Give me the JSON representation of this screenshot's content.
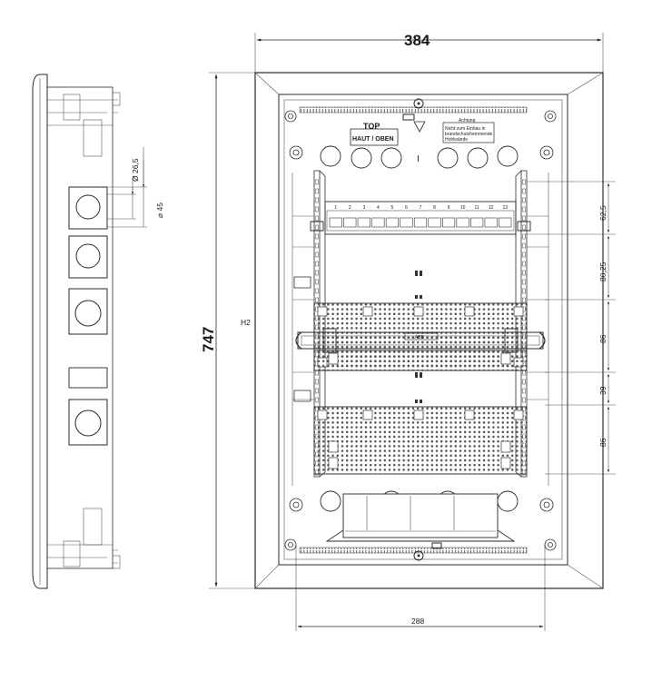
{
  "dimensions": {
    "width_total": "384",
    "height_total": "747",
    "mounting_width": "288",
    "spacing": [
      "62,5",
      "80,25",
      "86",
      "39",
      "86"
    ],
    "knockout_small": "Ø 26,5",
    "knockout_large": "⌀ 45",
    "height_label": "H2"
  },
  "labels": {
    "top_line1": "TOP",
    "top_line2": "HAUT / OBEN",
    "position_mark": "I",
    "warning_title": "Achtung",
    "warning_line1": "Nicht zum Einbau in",
    "warning_line2": "brandschutzhemmende",
    "warning_line3": "Hohlwände",
    "din_rail_label": "ABB",
    "terminal_numbers": [
      "1",
      "2",
      "3",
      "4",
      "5",
      "6",
      "7",
      "8",
      "9",
      "10",
      "11",
      "12",
      "13"
    ]
  },
  "colors": {
    "line": "#2a2a2a",
    "background": "#ffffff"
  }
}
